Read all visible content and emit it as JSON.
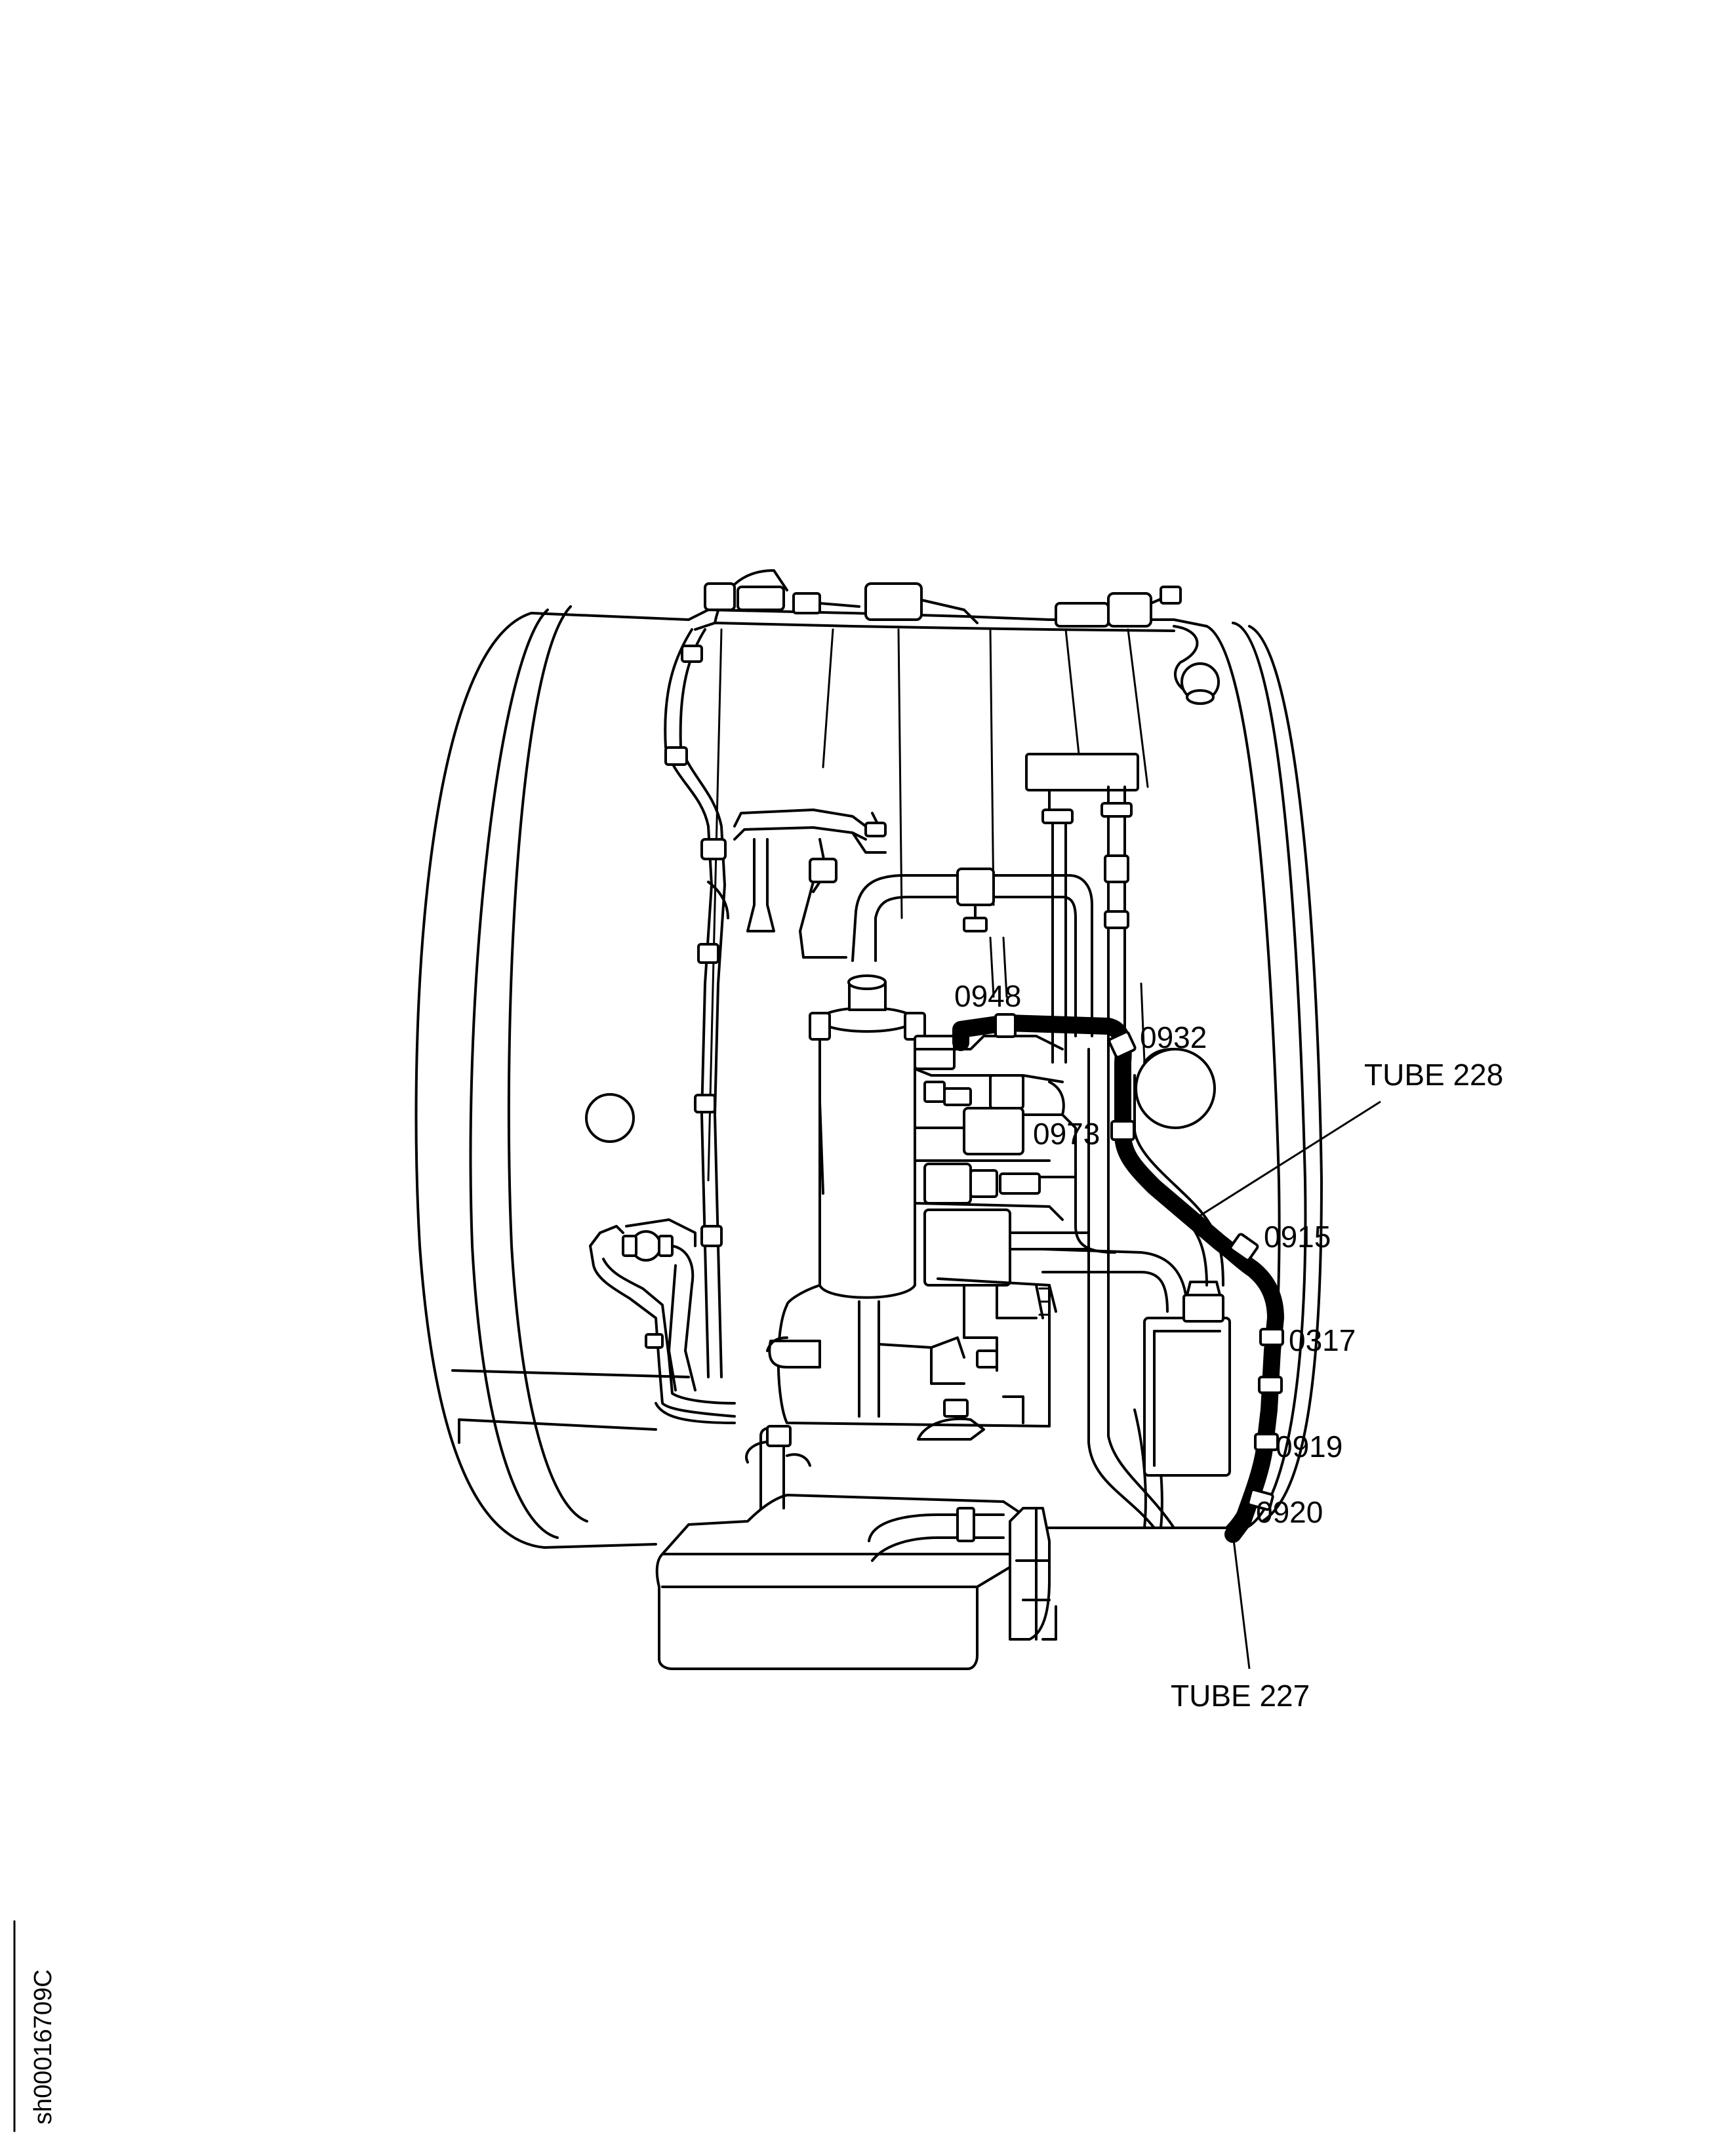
{
  "labels": {
    "p0948": "0948",
    "p0932": "0932",
    "p0973": "0973",
    "p0915": "0915",
    "p0317": "0317",
    "p0919": "0919",
    "p0920": "0920",
    "tube228": "TUBE 228",
    "tube227": "TUBE 227"
  },
  "figure_id": "sh00016709C",
  "colors": {
    "line": "#000000",
    "background": "#ffffff"
  }
}
